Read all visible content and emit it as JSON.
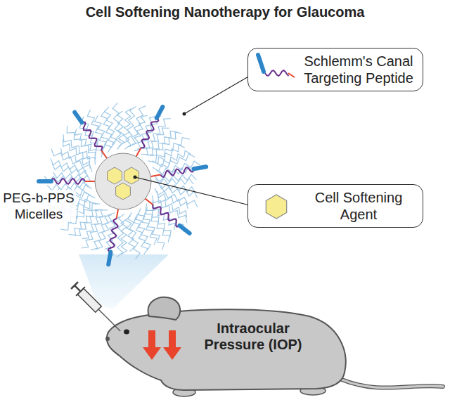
{
  "diagram": {
    "title": "Cell Softening Nanotherapy for Glaucoma",
    "nodes": [
      {
        "text": [
          "Schlemm's Canal Targeting Peptide"
        ]
      },
      {
        "text": [
          "Cell Softening Agent"
        ]
      }
    ],
    "labels": [
      "PEG-b-PPS Micelles",
      "Intraocular Pressure (IOP)"
    ]
  }
}
